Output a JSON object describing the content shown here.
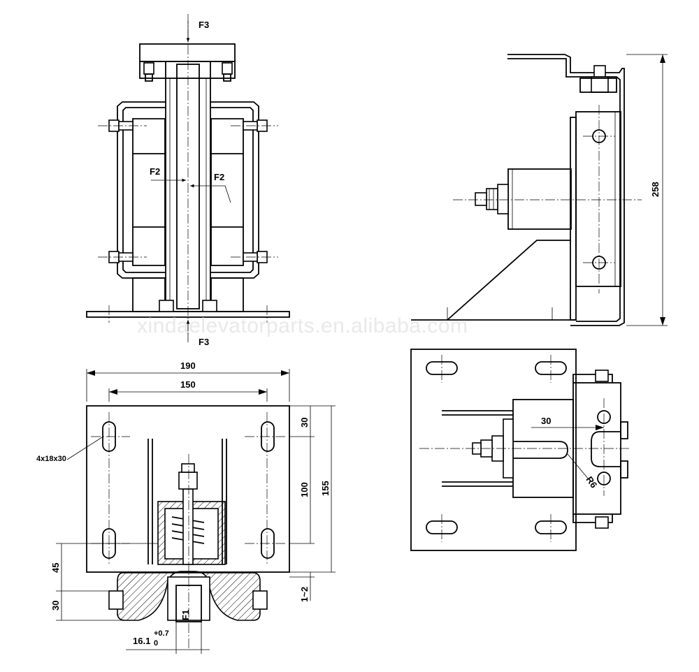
{
  "watermark": "xindaelevatorparts.en.alibaba.com",
  "views": {
    "front": {
      "force_labels": {
        "top": "F3",
        "bottom": "F3",
        "left": "F2",
        "right": "F2"
      }
    },
    "side": {
      "height_dim": "258"
    },
    "plan": {
      "width_outer": "190",
      "width_hole_spacing": "150",
      "slot_callout": "4x18x30",
      "dim_top_offset": "30",
      "dim_hole_vertical": "100",
      "dim_total_height": "155",
      "dim_shoe_height": "45",
      "dim_base_height": "30",
      "dim_gap": "1~2",
      "force_label": "F1",
      "slot_width": "16.1",
      "tol_upper": "+0.7",
      "tol_lower": "0"
    },
    "top": {
      "dim_offset": "30",
      "radius_label": "R6"
    }
  }
}
